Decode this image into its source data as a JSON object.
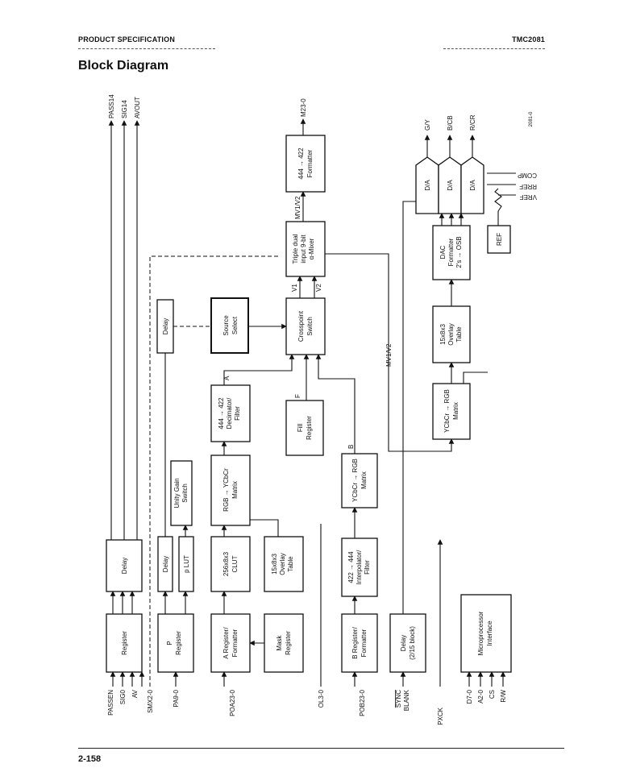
{
  "header": {
    "left": "PRODUCT SPECIFICATION",
    "right": "TMC2081"
  },
  "title": "Block Diagram",
  "page_number": "2-158",
  "fig_id": "2081-0",
  "blocks": {
    "register_a": [
      "Register"
    ],
    "delay_a": [
      "Delay"
    ],
    "register_b": [
      "P",
      "Register"
    ],
    "delay_b": [
      "Delay"
    ],
    "plut": [
      "p LUT"
    ],
    "unity_gain": [
      "Unity Gain",
      "Switch"
    ],
    "a_register": [
      "A Register/",
      "Formatter"
    ],
    "mask_register": [
      "Mask",
      "Register"
    ],
    "clut": [
      "256x8x3",
      "CLUT"
    ],
    "overlay_table_a": [
      "15x8x3",
      "Overlay",
      "Table"
    ],
    "rgb_ycbcr": [
      "RGB → YCbCr",
      "Matrix"
    ],
    "decimator": [
      "444 → 422",
      "Decimator/",
      "Filter"
    ],
    "delay_c": [
      "Delay"
    ],
    "source_select": [
      "Source",
      "Select"
    ],
    "fill_register": [
      "Fill",
      "Register"
    ],
    "crosspoint": [
      "Crosspoint",
      "Switch"
    ],
    "mixer": [
      "Triple dual",
      "input 9-bit",
      "α-Mixer"
    ],
    "formatter_422": [
      "444 → 422",
      "Formatter"
    ],
    "b_register": [
      "B Register/",
      "Formatter"
    ],
    "interpolator": [
      "422 → 444",
      "Interpolator/",
      "Filter"
    ],
    "ycbcr_rgb_b": [
      "YCbCr → RGB",
      "Matrix"
    ],
    "delay_sync": [
      "Delay",
      "(2/15 block)"
    ],
    "ycbcr_rgb_out": [
      "YCbCr → RGB",
      "Matrix"
    ],
    "overlay_table_b": [
      "15x8x3",
      "Overlay",
      "Table"
    ],
    "dac_formatter": [
      "DAC",
      "Formatter",
      "2's → OSB"
    ],
    "ref": [
      "REF"
    ],
    "microprocessor": [
      "Microprocessor",
      "Interface"
    ],
    "dac1": [
      "D/A"
    ],
    "dac2": [
      "D/A"
    ],
    "dac3": [
      "D/A"
    ]
  },
  "signals": {
    "passen": "PASSEN",
    "sig0": "SIG0",
    "av": "AV",
    "smx": "SMX2-0",
    "pa": "PA9-0",
    "poa": "POA23-0",
    "ol": "OL3-0",
    "pob": "POB23-0",
    "sync": "SYNC",
    "blank": "BLANK",
    "pxck": "PXCK",
    "d": "D7-0",
    "a": "A2-0",
    "cs": "CS",
    "rw": "R/W",
    "pass14": "PASS14",
    "sig14": "SIG14",
    "avout": "AVOUT",
    "m": "M23-0",
    "mv_top": "MV1/V2",
    "mv_mid": "MV1/V2",
    "v1": "V1",
    "v2": "V2",
    "lbl_a": "A",
    "lbl_b": "B",
    "lbl_f": "F",
    "gy": "G/Y",
    "bcb": "B/CB",
    "rcr": "R/CR",
    "comp": "COMP",
    "rref": "RREF",
    "vref": "VREF"
  }
}
